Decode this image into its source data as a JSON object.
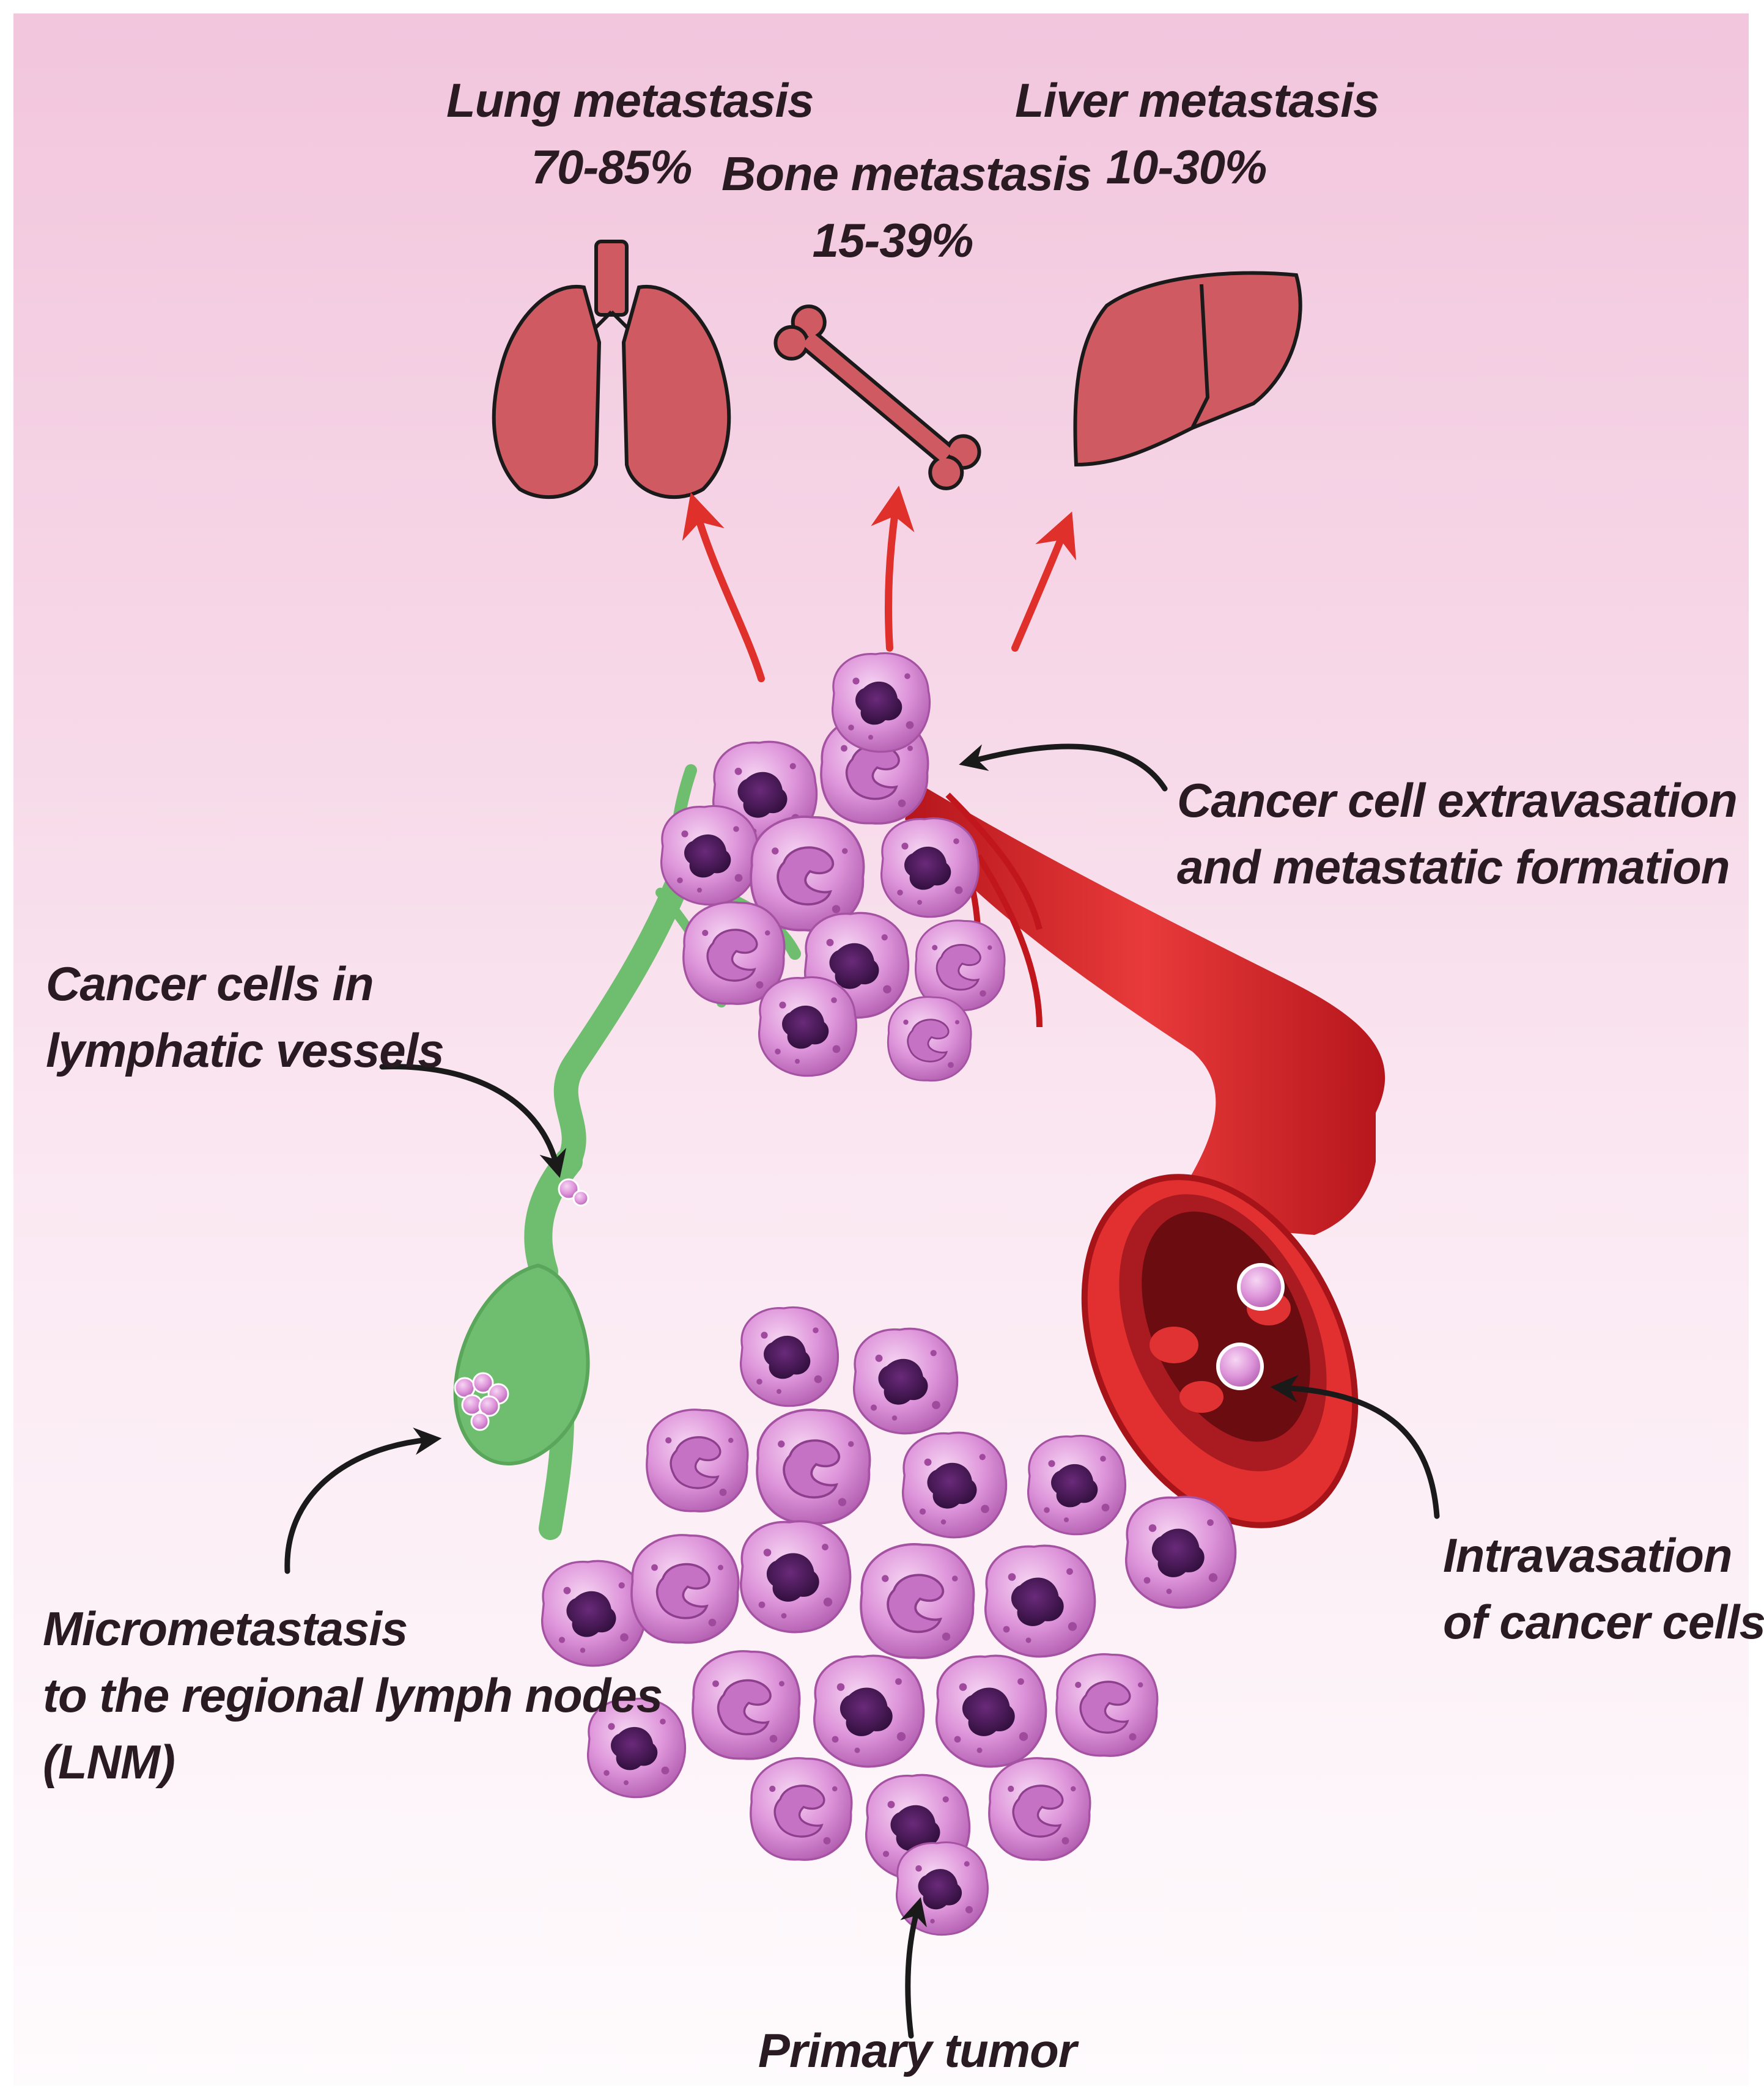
{
  "targets": {
    "lung": {
      "name": "Lung metastasis",
      "percent": "70-85%"
    },
    "bone": {
      "name": "Bone metastasis",
      "percent": "15-39%"
    },
    "liver": {
      "name": "Liver metastasis",
      "percent": "10-30%"
    }
  },
  "labels": {
    "extravasation": [
      "Cancer cell extravasation",
      "and metastatic formation"
    ],
    "lymphatic": [
      "Cancer cells in",
      "lymphatic vessels"
    ],
    "intravasation": [
      "Intravasation",
      "of cancer cells"
    ],
    "micrometastasis": [
      "Micrometastasis",
      "to the regional lymph nodes",
      "(LNM)"
    ],
    "primary": "Primary tumor"
  },
  "colors": {
    "organ": "#cf5a62",
    "arrow_red": "#e0302b",
    "arrow_black": "#1a1a1a",
    "lymph": "#6fbd6f",
    "vessel": "#d8242b",
    "cell": "#d98ad6",
    "nucleus": "#3b1448"
  },
  "icons": [
    "lungs-icon",
    "bone-icon",
    "liver-icon"
  ]
}
